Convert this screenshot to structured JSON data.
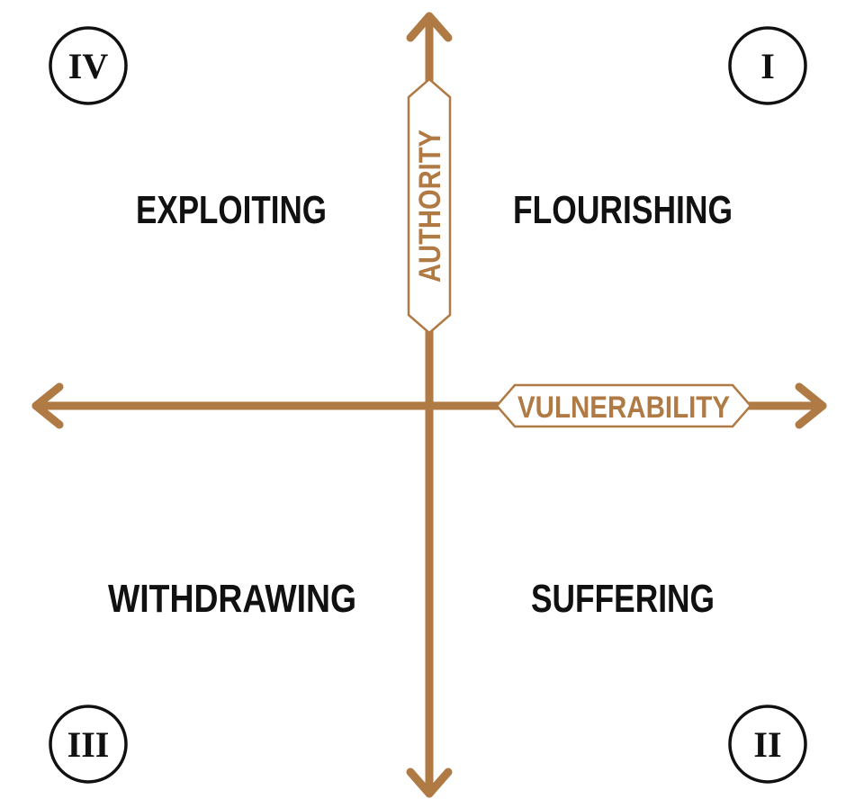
{
  "colors": {
    "axis": "#b07a45",
    "text": "#111111"
  },
  "axes": {
    "vertical_label": "AUTHORITY",
    "horizontal_label": "VULNERABILITY"
  },
  "quadrants": [
    {
      "numeral": "I",
      "label": "FLOURISHING"
    },
    {
      "numeral": "II",
      "label": "SUFFERING"
    },
    {
      "numeral": "III",
      "label": "WITHDRAWING"
    },
    {
      "numeral": "IV",
      "label": "EXPLOITING"
    }
  ]
}
